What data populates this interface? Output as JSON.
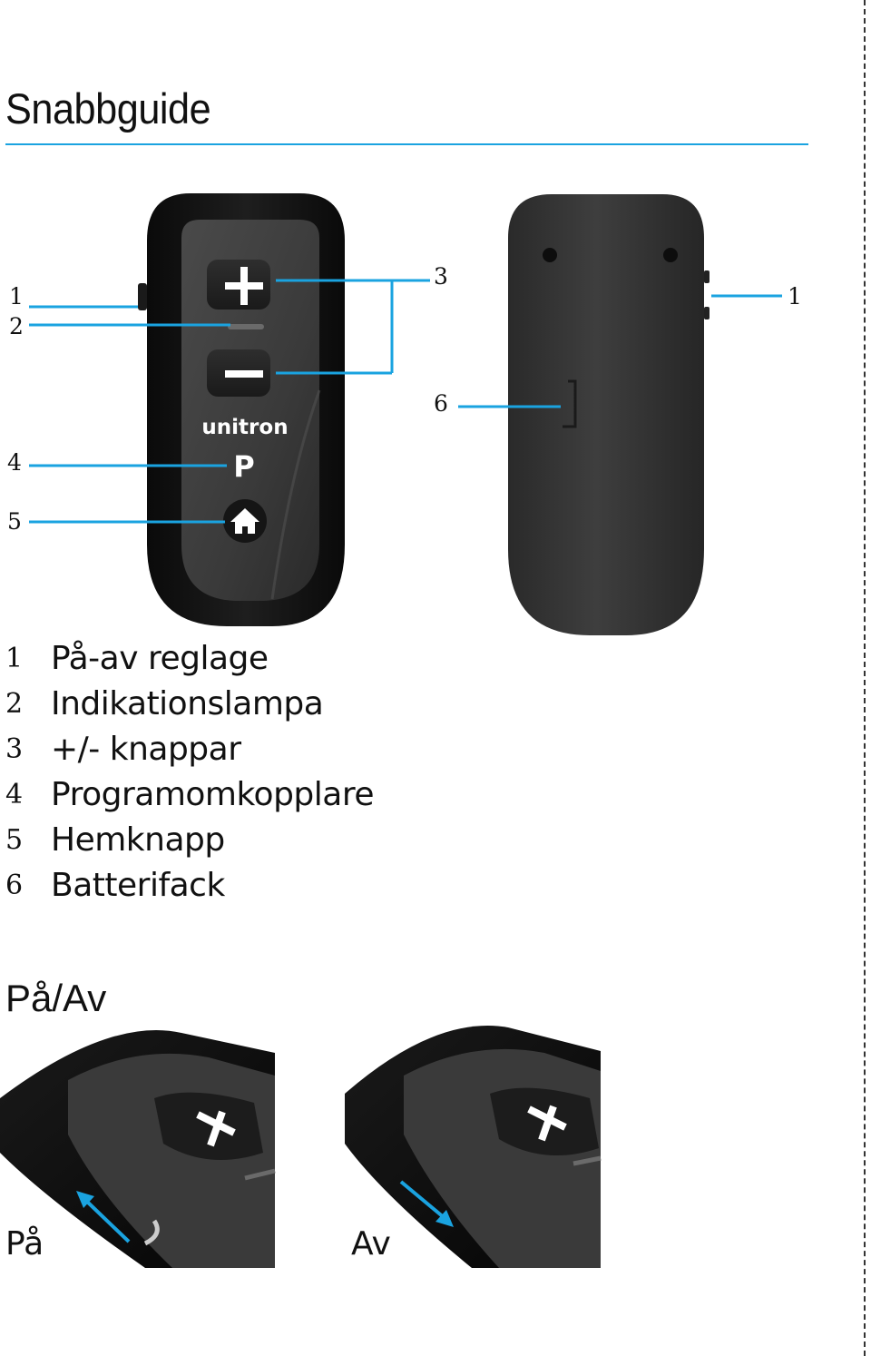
{
  "page": {
    "title": "Snabbguide",
    "accent_color": "#1aa3e0"
  },
  "figure": {
    "brand": "unitron",
    "buttons": {
      "plus": "+",
      "minus": "−",
      "program": "P",
      "home_icon": "home-icon"
    },
    "callouts": {
      "front_1": "1",
      "front_2": "2",
      "front_3": "3",
      "front_4": "4",
      "front_5": "5",
      "back_1": "1",
      "back_6": "6"
    }
  },
  "legend": [
    {
      "number": "1",
      "label": "På-av reglage"
    },
    {
      "number": "2",
      "label": "Indikationslampa"
    },
    {
      "number": "3",
      "label": "+/- knappar"
    },
    {
      "number": "4",
      "label": "Programomkopplare"
    },
    {
      "number": "5",
      "label": "Hemknapp"
    },
    {
      "number": "6",
      "label": "Batterifack"
    }
  ],
  "power_section": {
    "heading": "På/Av",
    "on_label": "På",
    "off_label": "Av"
  }
}
